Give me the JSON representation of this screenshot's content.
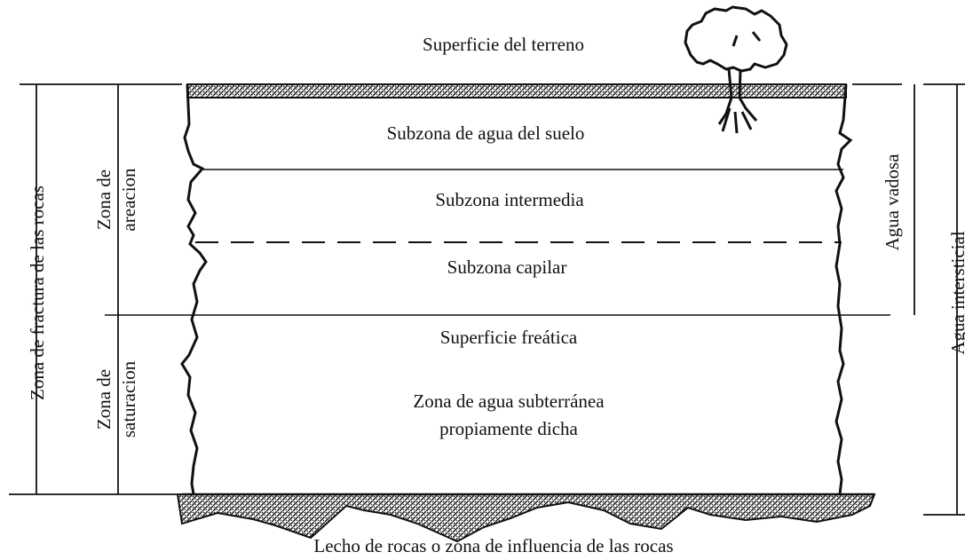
{
  "labels": {
    "surface": "Superficie del terreno",
    "soil_water": "Subzona de agua del suelo",
    "intermediate": "Subzona intermedia",
    "capillary": "Subzona capilar",
    "water_table": "Superficie freática",
    "groundwater_line1": "Zona de agua subterránea",
    "groundwater_line2": "propiamente dicha",
    "bedrock": "Lecho de rocas o zona de influencia de las rocas"
  },
  "left_labels": {
    "rock_fracture_zone": "Zona de fractura de las rocas",
    "aeration_line1": "Zona de",
    "aeration_line2": "areacion",
    "saturation_line1": "Zona de",
    "saturation_line2": "saturacion"
  },
  "right_labels": {
    "vadose_water": "Agua vadosa",
    "interstitial_water": "Agua intersticial"
  },
  "colors": {
    "ink": "#111111",
    "background": "#ffffff"
  }
}
